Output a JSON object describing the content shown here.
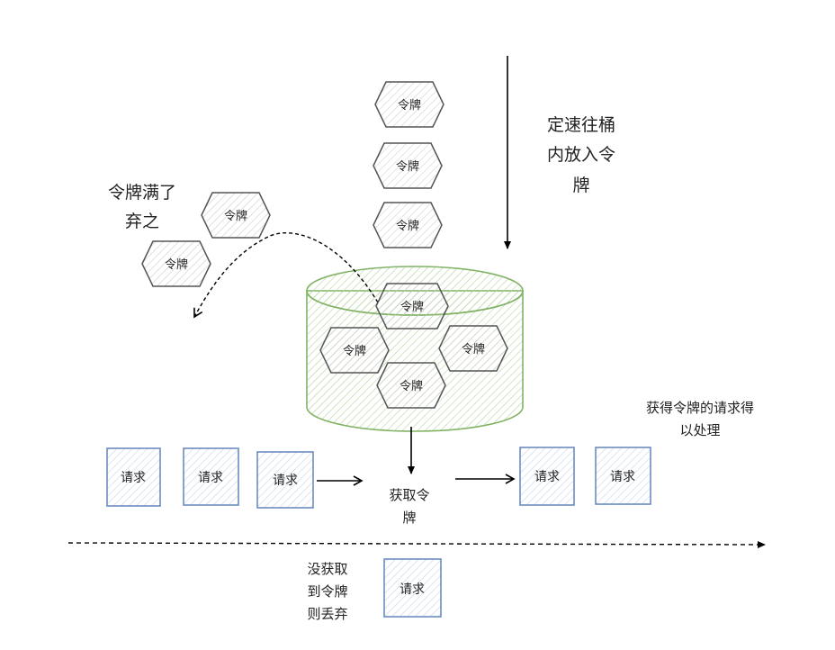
{
  "token_label": "令牌",
  "request_label": "请求",
  "annotations": {
    "refill": [
      "定速往桶",
      "内放入令",
      "牌"
    ],
    "overflow": [
      "令牌满了",
      "弃之"
    ],
    "acquire": [
      "获取令",
      "牌"
    ],
    "granted": [
      "获得令牌的请求得",
      "以处理"
    ],
    "dropped": [
      "没获取",
      "到令牌",
      "则丢弃"
    ]
  },
  "colors": {
    "bucket": "#82b366",
    "request": "#6c8ebf",
    "token": "#666666",
    "ink": "#000000"
  }
}
